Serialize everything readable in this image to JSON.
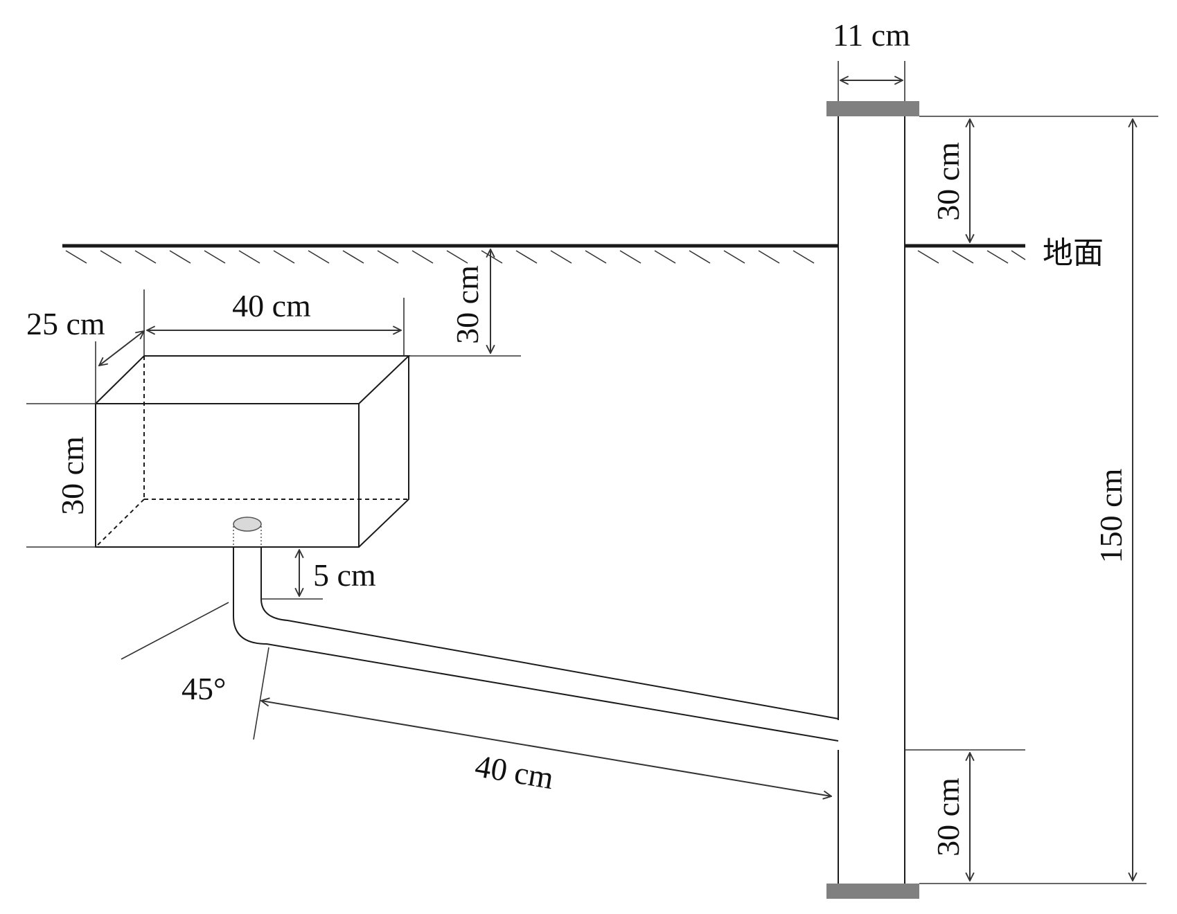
{
  "labels": {
    "pipe_width": "11 cm",
    "top_extension": "30 cm",
    "ground": "地面",
    "total_height": "150 cm",
    "box_depth_below_ground": "30 cm",
    "box_width": "25 cm",
    "box_length": "40 cm",
    "box_height": "30 cm",
    "outlet_length": "5 cm",
    "angle": "45°",
    "slant_pipe_length": "40 cm",
    "bottom_extension": "30 cm"
  },
  "colors": {
    "line": "#1a1a1a",
    "cap_fill": "#808080",
    "outlet_fill": "#d9d9d9"
  }
}
